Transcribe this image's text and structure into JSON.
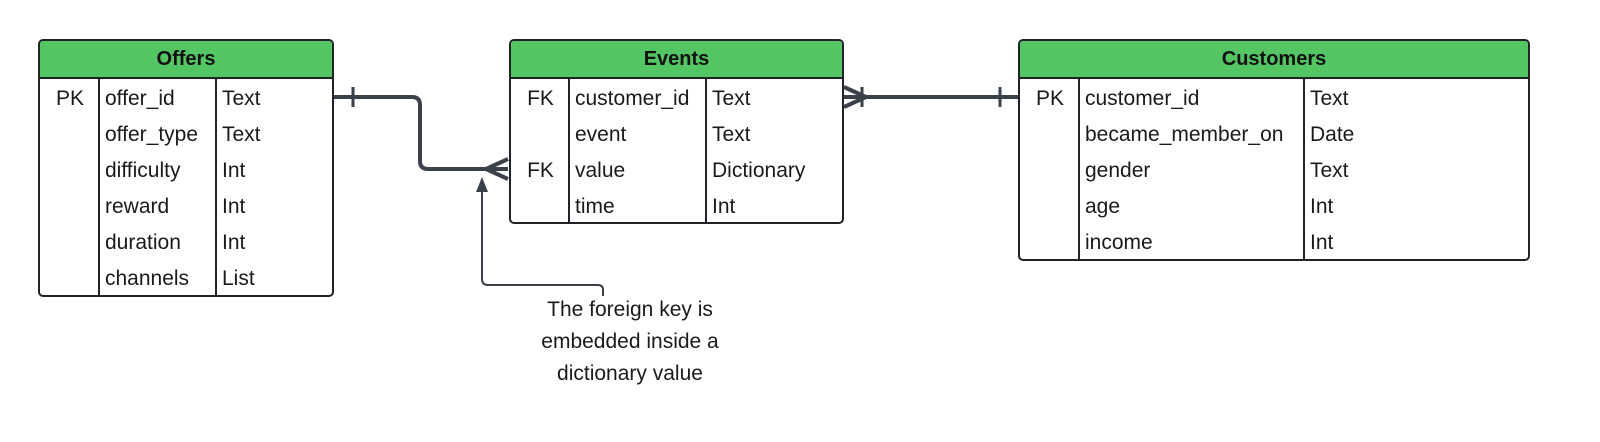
{
  "diagram": {
    "colors": {
      "header_fill": "#53c563",
      "border": "#1f2328",
      "connector": "#3a414a"
    },
    "entities": {
      "offers": {
        "title": "Offers",
        "rows": [
          {
            "key": "PK",
            "name": "offer_id",
            "type": "Text"
          },
          {
            "key": "",
            "name": "offer_type",
            "type": "Text"
          },
          {
            "key": "",
            "name": "difficulty",
            "type": "Int"
          },
          {
            "key": "",
            "name": "reward",
            "type": "Int"
          },
          {
            "key": "",
            "name": "duration",
            "type": "Int"
          },
          {
            "key": "",
            "name": "channels",
            "type": "List"
          }
        ]
      },
      "events": {
        "title": "Events",
        "rows": [
          {
            "key": "FK",
            "name": "customer_id",
            "type": "Text"
          },
          {
            "key": "",
            "name": "event",
            "type": "Text"
          },
          {
            "key": "FK",
            "name": "value",
            "type": "Dictionary"
          },
          {
            "key": "",
            "name": "time",
            "type": "Int"
          }
        ]
      },
      "customers": {
        "title": "Customers",
        "rows": [
          {
            "key": "PK",
            "name": "customer_id",
            "type": "Text"
          },
          {
            "key": "",
            "name": "became_member_on",
            "type": "Date"
          },
          {
            "key": "",
            "name": "gender",
            "type": "Text"
          },
          {
            "key": "",
            "name": "age",
            "type": "Int"
          },
          {
            "key": "",
            "name": "income",
            "type": "Int"
          }
        ]
      }
    },
    "relationships": [
      {
        "from": "offers.offer_id",
        "to": "events.value",
        "from_cardinality": "one",
        "to_cardinality": "many"
      },
      {
        "from": "customers.customer_id",
        "to": "events.customer_id",
        "from_cardinality": "one",
        "to_cardinality": "one-or-many"
      }
    ],
    "note": {
      "line1": "The foreign key is",
      "line2": "embedded inside a",
      "line3": "dictionary value"
    }
  }
}
